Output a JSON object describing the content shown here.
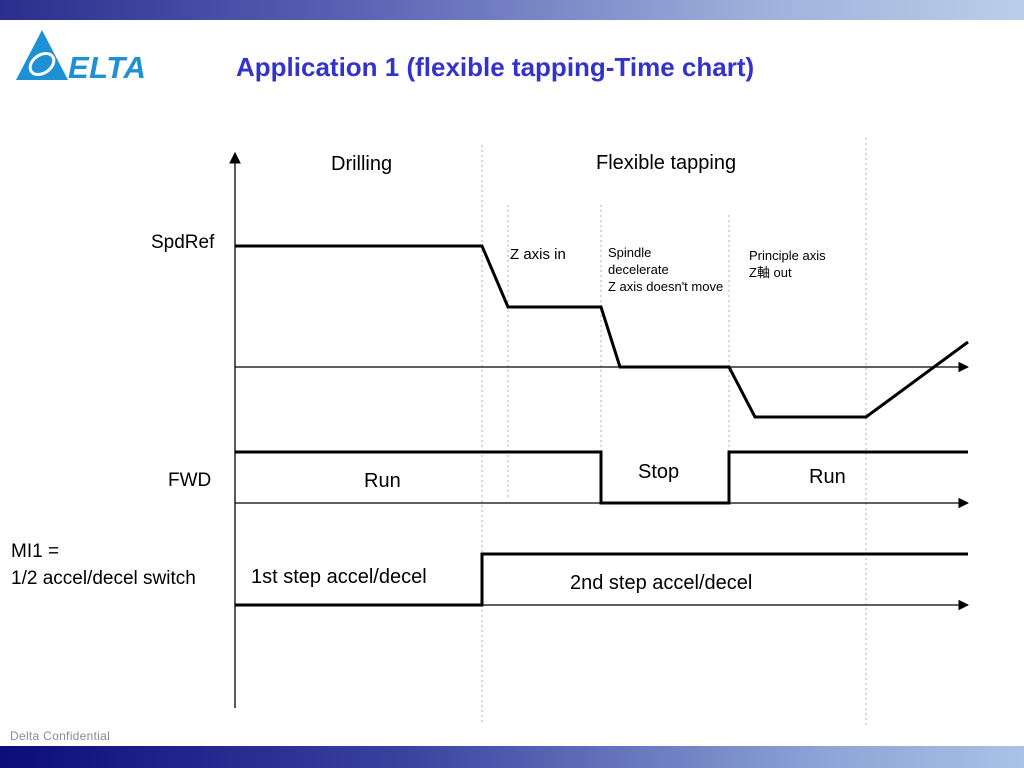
{
  "slide": {
    "title": "Application 1 (flexible tapping-Time chart)",
    "footer": "Delta Confidential",
    "logo_text": "DELTA",
    "colors": {
      "title": "#3333cc",
      "logo": "#1e90d6",
      "bar_dark": "#0c0c7a",
      "bar_light": "#b9cfe9"
    }
  },
  "phases": {
    "drilling": "Drilling",
    "flexible_tapping": "Flexible tapping"
  },
  "signals": {
    "spdref": "SpdRef",
    "fwd": "FWD",
    "mi1_line1": "MI1 =",
    "mi1_line2": "1/2 accel/decel switch"
  },
  "annotations": {
    "z_axis_in": "Z axis in",
    "spindle_line1": "Spindle",
    "spindle_line2": "decelerate",
    "spindle_line3": "Z axis doesn't move",
    "principle_line1": "Principle axis",
    "principle_line2": "Z軸 out"
  },
  "states": {
    "run1": "Run",
    "stop": "Stop",
    "run2": "Run",
    "step1": "1st step accel/decel",
    "step2": "2nd step accel/decel"
  }
}
